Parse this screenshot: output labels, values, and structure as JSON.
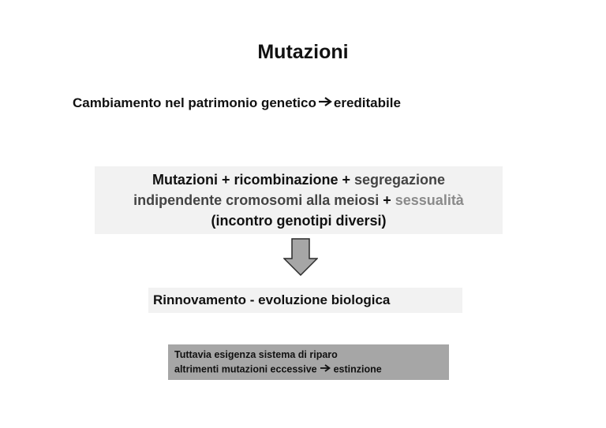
{
  "title": "Mutazioni",
  "definition": {
    "before_arrow": "Cambiamento nel patrimonio genetico",
    "after_arrow": "ereditabile",
    "arrow_icon": "right-arrow-icon"
  },
  "factors_box": {
    "part1": "Mutazioni + ",
    "part2": "ricombinazione + ",
    "part3": "segregazione",
    "part4": "indipendente cromosomi alla meiosi",
    "part5": " + ",
    "part6": "sessualità",
    "part7": "(incontro genotipi diversi)",
    "background": "#f2f2f2"
  },
  "down_arrow_icon": "down-arrow-icon",
  "result_box": {
    "text": "Rinnovamento - evoluzione biologica",
    "background": "#f2f2f2"
  },
  "note_box": {
    "line1": "Tuttavia esigenza sistema di riparo",
    "line2_before_arrow": "altrimenti mutazioni eccessive ",
    "line2_after_arrow": " estinzione",
    "arrow_icon": "right-arrow-icon",
    "background": "#a6a6a6"
  },
  "colors": {
    "text": "#111111",
    "muted_text": "#444444",
    "light_text": "#8a8a8a",
    "arrow_fill": "#a6a6a6"
  }
}
